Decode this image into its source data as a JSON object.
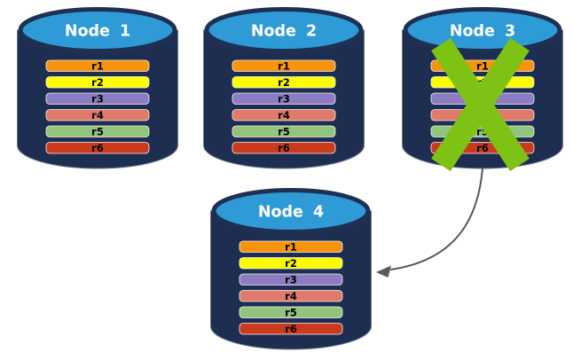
{
  "diagram": {
    "row_labels": [
      "r1",
      "r2",
      "r3",
      "r4",
      "r5",
      "r6"
    ],
    "row_colors": [
      "#F7940B",
      "#FCFC02",
      "#8E7CC3",
      "#E07B6B",
      "#93C47D",
      "#CC3A1E"
    ],
    "nodes": [
      {
        "id": "node-1",
        "label": "Node 1",
        "failed": false
      },
      {
        "id": "node-2",
        "label": "Node 2",
        "failed": false
      },
      {
        "id": "node-3",
        "label": "Node 3",
        "failed": true
      },
      {
        "id": "node-4",
        "label": "Node 4",
        "failed": false
      }
    ],
    "colors": {
      "cylinder_body": "#1E2E50",
      "cylinder_top": "#2E9BD6",
      "cylinder_rim": "#1E3054",
      "cylinder_outline": "#6A7890",
      "bar_border": "#F2F2F2",
      "row_text": "#000000",
      "node_title_text": "#FFFFFF",
      "failure_x": "#7EC216",
      "arrow": "#595959",
      "background": "#FFFFFF"
    }
  }
}
